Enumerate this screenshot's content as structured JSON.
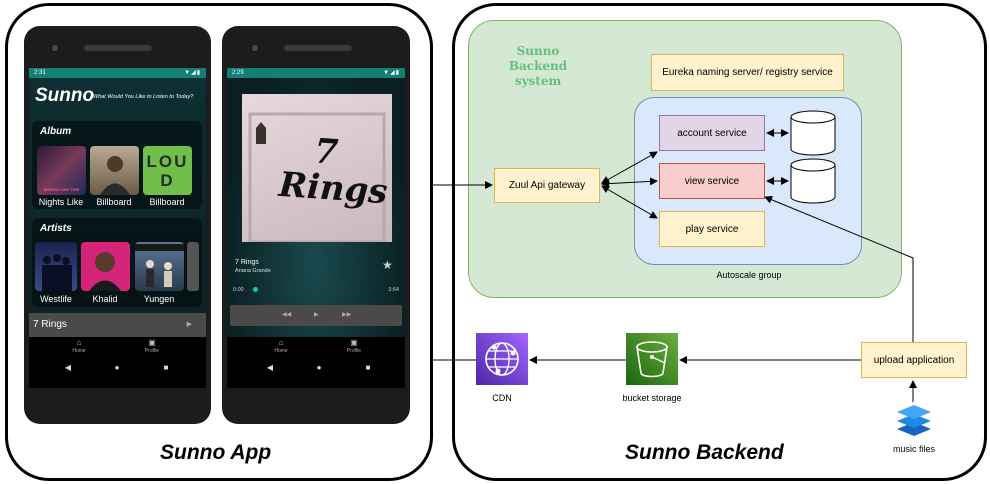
{
  "app": {
    "label": "Sunno App",
    "phone1": {
      "time": "2:31",
      "brand": "Sunno",
      "tagline": "What Would You Like to Listen to Today?",
      "album_title": "Album",
      "albums": [
        {
          "caption": "Nights Like",
          "art_text": "NIGHTS LIKE THIS",
          "color": "#5a3a6a"
        },
        {
          "caption": "Billboard",
          "art_text": "",
          "color": "#8a7a66"
        },
        {
          "caption": "Billboard",
          "art_text": "LOUD",
          "color": "#6fbf4a"
        }
      ],
      "artists_title": "Artists",
      "artists": [
        {
          "caption": "Westlife",
          "color": "#2a3a6a"
        },
        {
          "caption": "Khalid",
          "color": "#d4257a"
        },
        {
          "caption": "Yungen",
          "color": "#3a5a7a"
        }
      ],
      "now_playing": "7 Rings",
      "nav": {
        "home": "Home",
        "profile": "Profile"
      }
    },
    "phone2": {
      "time": "2:29",
      "art_text": "7 Rings",
      "song": "7 Rings",
      "artist": "Ariana Grande",
      "time_start": "0:00",
      "time_end": "3:64",
      "nav": {
        "home": "Home",
        "profile": "Profile"
      }
    }
  },
  "backend": {
    "label": "Sunno Backend",
    "system_title_1": "Sunno Backend",
    "system_title_2": "system",
    "eureka": "Eureka naming server/ registry service",
    "gateway": "Zuul Api gateway",
    "services": {
      "account": "account service",
      "view": "view service",
      "play": "play service"
    },
    "autoscale": "Autoscale group",
    "cdn": "CDN",
    "bucket": "bucket storage",
    "upload": "upload application",
    "music_files": "music files"
  },
  "colors": {
    "system_fill": "#d5e8d4",
    "system_border": "#82b366",
    "system_title": "#5fc27e",
    "autoscale_fill": "#dae8fc",
    "autoscale_border": "#6c8ebf",
    "yellow_fill": "#fff2cc",
    "yellow_border": "#d6b656",
    "purple_fill": "#e1d5e7",
    "purple_border": "#9673a6",
    "red_fill": "#f8cecc",
    "red_border": "#b85450",
    "cdn": "#8c4fff",
    "s3": "#3f8624",
    "stack": "#1e88e5",
    "status_bar": "#138076"
  }
}
